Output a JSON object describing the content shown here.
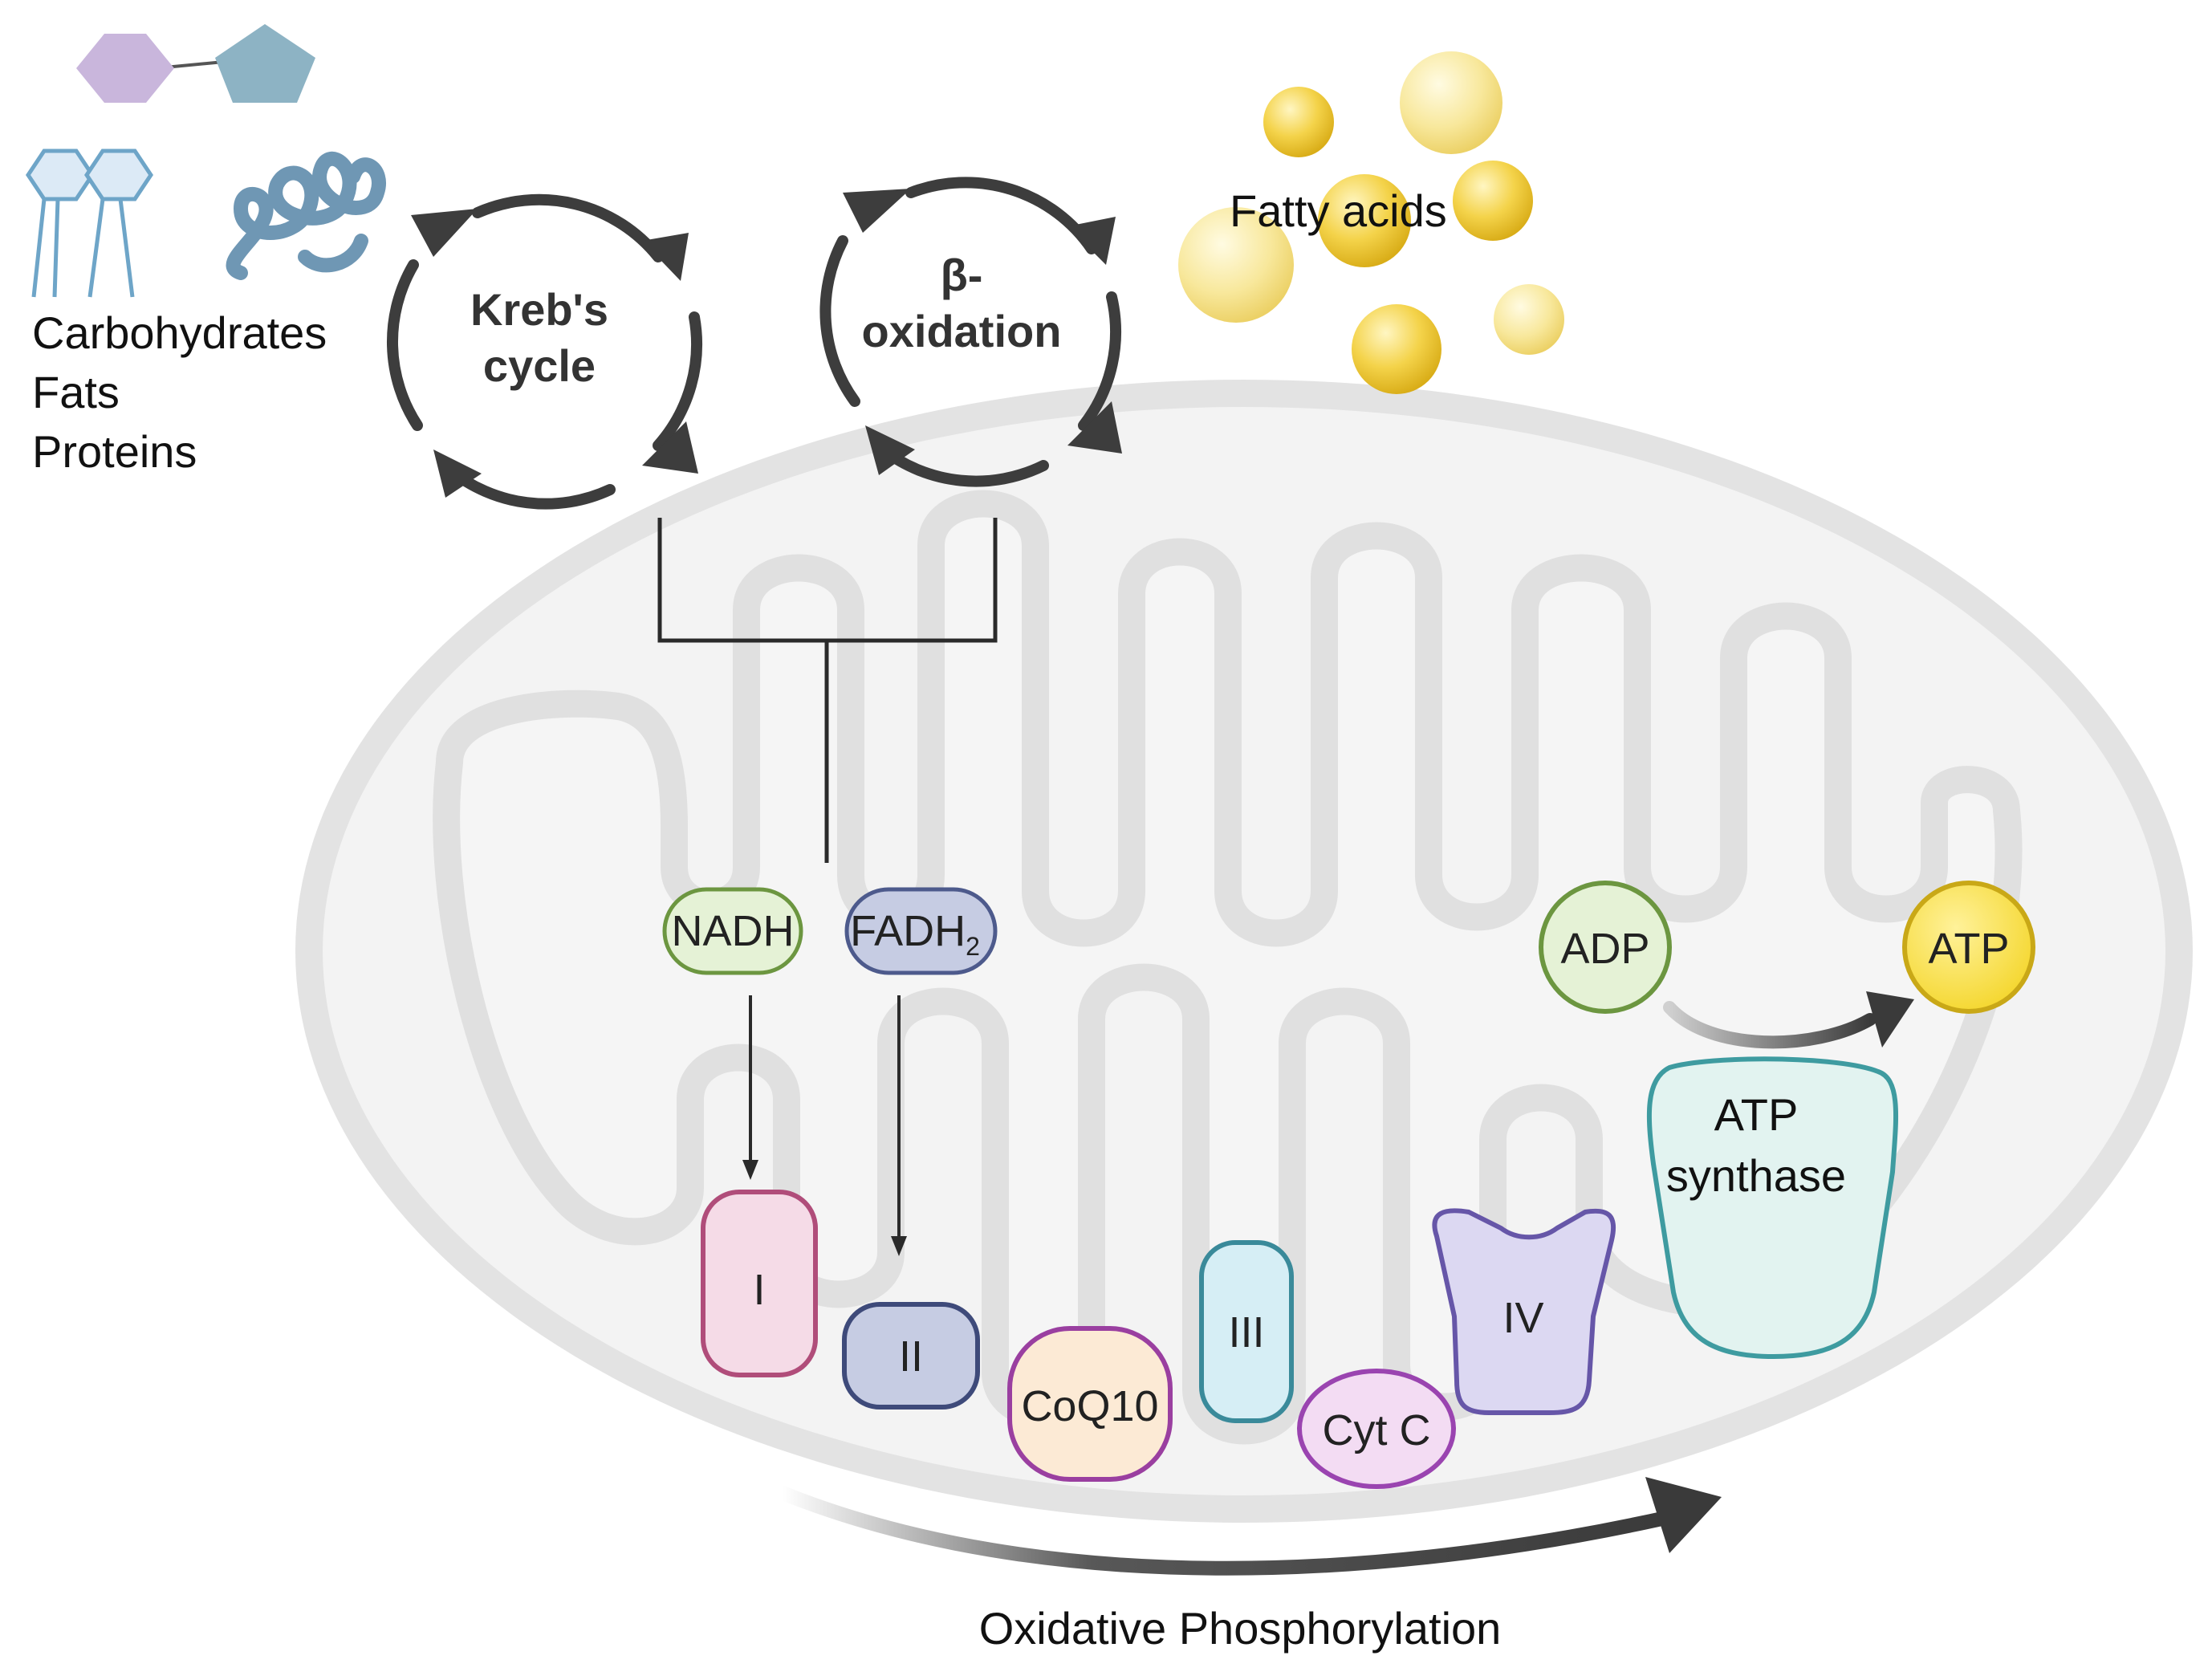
{
  "molecules": {
    "line1": "Carbohydrates",
    "line2": "Fats",
    "line3": "Proteins"
  },
  "cycles": {
    "krebs_line1": "Kreb's",
    "krebs_line2": "cycle",
    "beta_line1": "β-",
    "beta_line2": "oxidation"
  },
  "fatty_acids": "Fatty acids",
  "carriers": {
    "nadh": "NADH",
    "fadh_base": "FADH",
    "fadh_sub": "2"
  },
  "complexes": {
    "c1": "I",
    "c2": "II",
    "coq10": "CoQ10",
    "c3": "III",
    "cytc": "Cyt C",
    "c4": "IV"
  },
  "atp_synthase": {
    "line1": "ATP",
    "line2": "synthase"
  },
  "adp": "ADP",
  "atp": "ATP",
  "process_label": "Oxidative Phosphorylation",
  "colors": {
    "membrane": "#e3e3e3",
    "matrix": "#f4f4f4",
    "arrow": "#3a3a3a",
    "nadh_fill": "#e5f2d6",
    "nadh_stroke": "#6c9640",
    "fadh_fill": "#c6cce3",
    "fadh_stroke": "#4d5a8c",
    "c1_fill": "#f5dbe7",
    "c1_stroke": "#b04d7a",
    "c2_fill": "#c6cce3",
    "c2_stroke": "#3e4a7a",
    "coq10_fill": "#fcead5",
    "coq10_stroke": "#9a3fa0",
    "c3_fill": "#d6eef5",
    "c3_stroke": "#3a8a9a",
    "cytc_fill": "#f3dcf3",
    "cytc_stroke": "#9a44b0",
    "c4_fill": "#dcd8f2",
    "c4_stroke": "#6656a8",
    "synthase_fill": "#e2f3f0",
    "synthase_stroke": "#3e9ba0",
    "adp_fill": "#e5f2d6",
    "adp_stroke": "#6c9640",
    "atp_fill": "#fbe45a",
    "atp_stroke": "#c9a817",
    "fat_droplet": "#f2cd34"
  }
}
